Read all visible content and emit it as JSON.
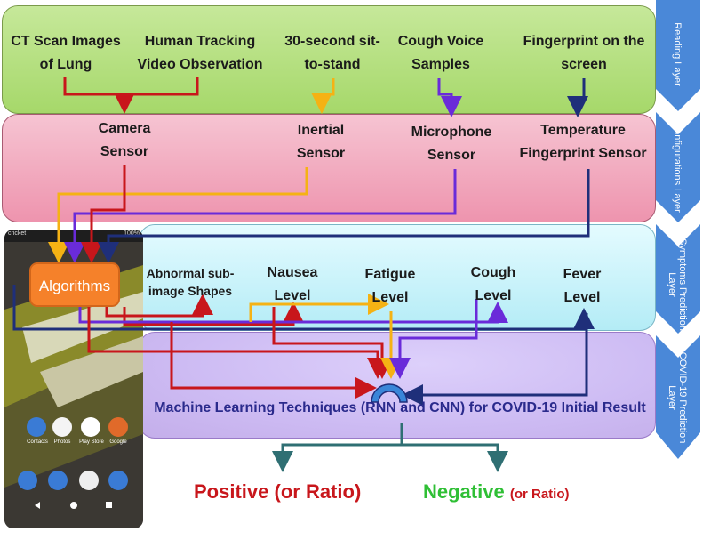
{
  "reading_layer": {
    "label": "Reading Layer",
    "items": [
      "CT Scan Images of Lung",
      "Human Tracking Video Observation",
      "30-second sit-to-stand",
      "Cough Voice Samples",
      "Fingerprint on the screen"
    ]
  },
  "config_layer": {
    "label": "Configurations Layer",
    "items": [
      "Camera Sensor",
      "Inertial Sensor",
      "Microphone Sensor",
      "Temperature Fingerprint Sensor"
    ]
  },
  "symptoms_layer": {
    "label": "Symptoms Prediction Layer",
    "items": [
      "Abnormal sub-image Shapes",
      "Nausea Level",
      "Fatigue Level",
      "Cough Level",
      "Fever Level"
    ]
  },
  "covid_layer": {
    "label": "COVID-19 Prediction Layer",
    "ml_text": "Machine Learning Techniques (RNN and CNN) for COVID-19 Initial Result"
  },
  "algorithms_label": "Algorithms",
  "phone": {
    "carrier": "cricket",
    "battery": "100%",
    "apps": [
      "Contacts",
      "Photos",
      "Play Store",
      "Google"
    ]
  },
  "outputs": {
    "positive": "Positive",
    "positive_note": "(or Ratio)",
    "negative": "Negative",
    "negative_note": "(or Ratio)"
  },
  "colors": {
    "red": "#c8161b",
    "yellow": "#f5b214",
    "purple": "#6a2bd9",
    "navy": "#1f2f7a",
    "teal": "#2f6f73"
  }
}
